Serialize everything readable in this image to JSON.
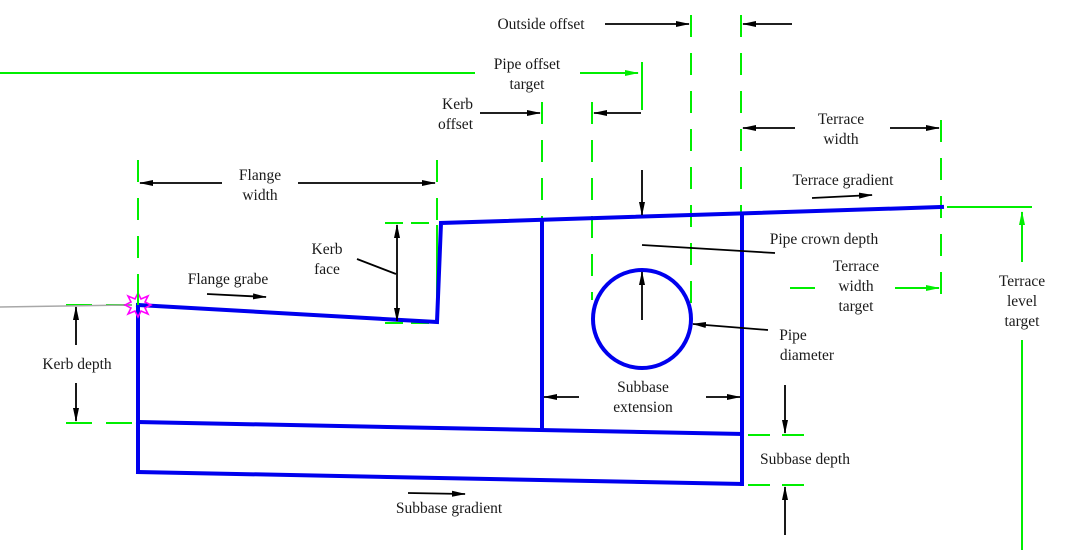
{
  "diagram": {
    "title": "Kerb and pipe subassembly parameters",
    "colors": {
      "geometry": "#0000ee",
      "target_lines": "#00ee00",
      "dimension_arrows": "#000000",
      "insertion_marker": "#ff00ff",
      "baseline": "#a8a8a8"
    },
    "labels": {
      "outside_offset": "Outside offset",
      "pipe_offset_target_1": "Pipe offset",
      "pipe_offset_target_2": "target",
      "kerb_offset_1": "Kerb",
      "kerb_offset_2": "offset",
      "terrace_width_1": "Terrace",
      "terrace_width_2": "width",
      "flange_width_1": "Flange",
      "flange_width_2": "width",
      "terrace_gradient": "Terrace gradient",
      "kerb_face_1": "Kerb",
      "kerb_face_2": "face",
      "pipe_crown_depth": "Pipe crown depth",
      "flange_grabe": "Flange grabe",
      "terrace_width_target_1": "Terrace",
      "terrace_width_target_2": "width",
      "terrace_width_target_3": "target",
      "terrace_level_target_1": "Terrace",
      "terrace_level_target_2": "level",
      "terrace_level_target_3": "target",
      "pipe_diameter_1": "Pipe",
      "pipe_diameter_2": "diameter",
      "kerb_depth": "Kerb depth",
      "subbase_extension_1": "Subbase",
      "subbase_extension_2": "extension",
      "subbase_depth": "Subbase depth",
      "subbase_gradient": "Subbase gradient"
    }
  }
}
